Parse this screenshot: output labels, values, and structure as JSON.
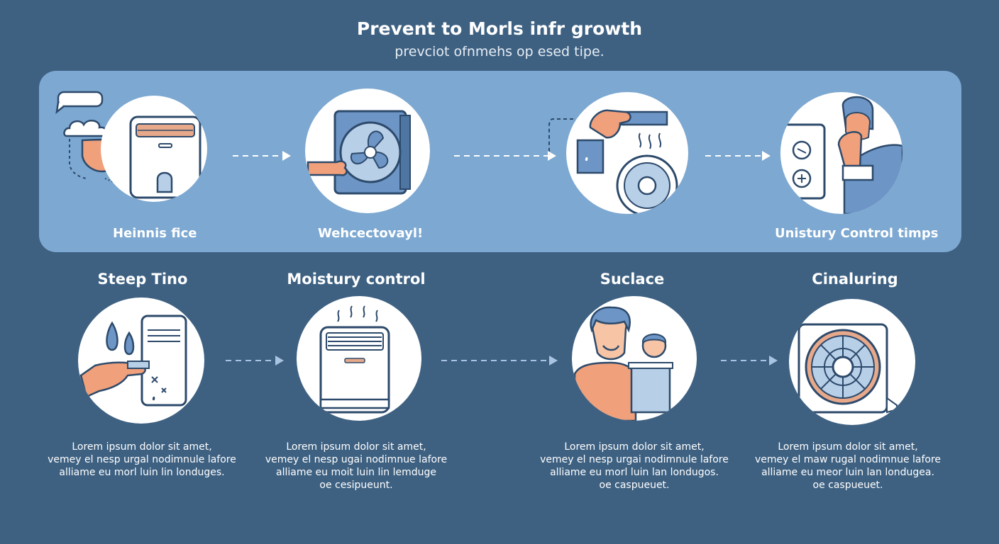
{
  "header": {
    "title": "Prevent to Morls infr growth",
    "subtitle": "prevciot ofnmehs op esed tipe."
  },
  "top_row": {
    "labels": [
      "Heinnis fice",
      "Wehcectovayl!",
      "Unistury Control timps"
    ]
  },
  "steps": [
    {
      "title": "Steep Tino",
      "description": [
        "Lorem ipsum dolor sit amet,",
        "vemey el nesp urgal nodimnule lafore",
        "alliame eu morl luin lin londuges."
      ]
    },
    {
      "title": "Moistury control",
      "description": [
        "Lorem ipsum dolor sit amet,",
        "vemey el nesp ugai nodimnue lafore",
        "alliame eu moit luin lin lemduge",
        "oe cesipueunt."
      ]
    },
    {
      "title": "Suclace",
      "description": [
        "Lorem ipsum dolor sit amet,",
        "vemey el nesp urgai nodimnule lafore",
        "alliame eu morl luin lan londugos.",
        "oe caspueuet."
      ]
    },
    {
      "title": "Cinaluring",
      "description": [
        "Lorem ipsum dolor sit amet,",
        "vemey el maw rugal nodimnue lafore",
        "alliame eu meor luin lan londugea.",
        "oe caspueuet."
      ]
    }
  ],
  "colors": {
    "background": "#3e6182",
    "banner": "#7da8d1",
    "icon_outline": "#2d4a6b",
    "icon_fill_blue": "#6d95c5",
    "icon_fill_light": "#b8cfe8",
    "skin": "#f0a07a"
  }
}
